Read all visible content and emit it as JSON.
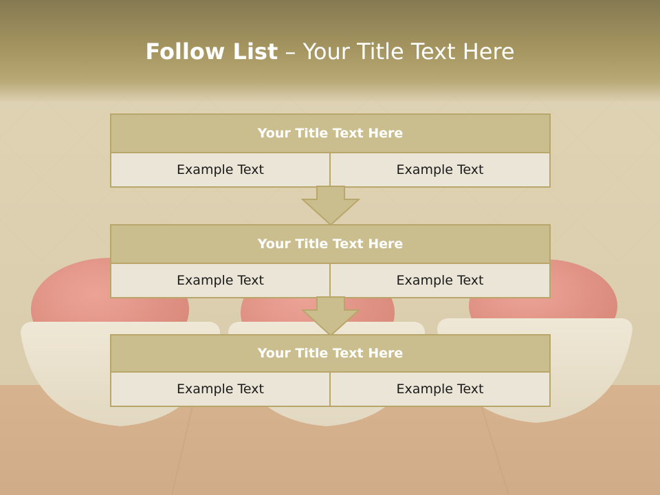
{
  "slide": {
    "title_bold": "Follow List",
    "title_rest": "– Your Title Text Here"
  },
  "blocks": [
    {
      "title": "Your Title Text Here",
      "left": "Example Text",
      "right": "Example Text"
    },
    {
      "title": "Your Title Text Here",
      "left": "Example Text",
      "right": "Example Text"
    },
    {
      "title": "Your Title Text Here",
      "left": "Example Text",
      "right": "Example Text"
    }
  ],
  "colors": {
    "title_band": "#a3945f",
    "header_fill": "#cbbe8e",
    "cell_fill": "#ebe5d8",
    "border": "#b9a66b",
    "arrow_fill": "#cbbe8e"
  }
}
